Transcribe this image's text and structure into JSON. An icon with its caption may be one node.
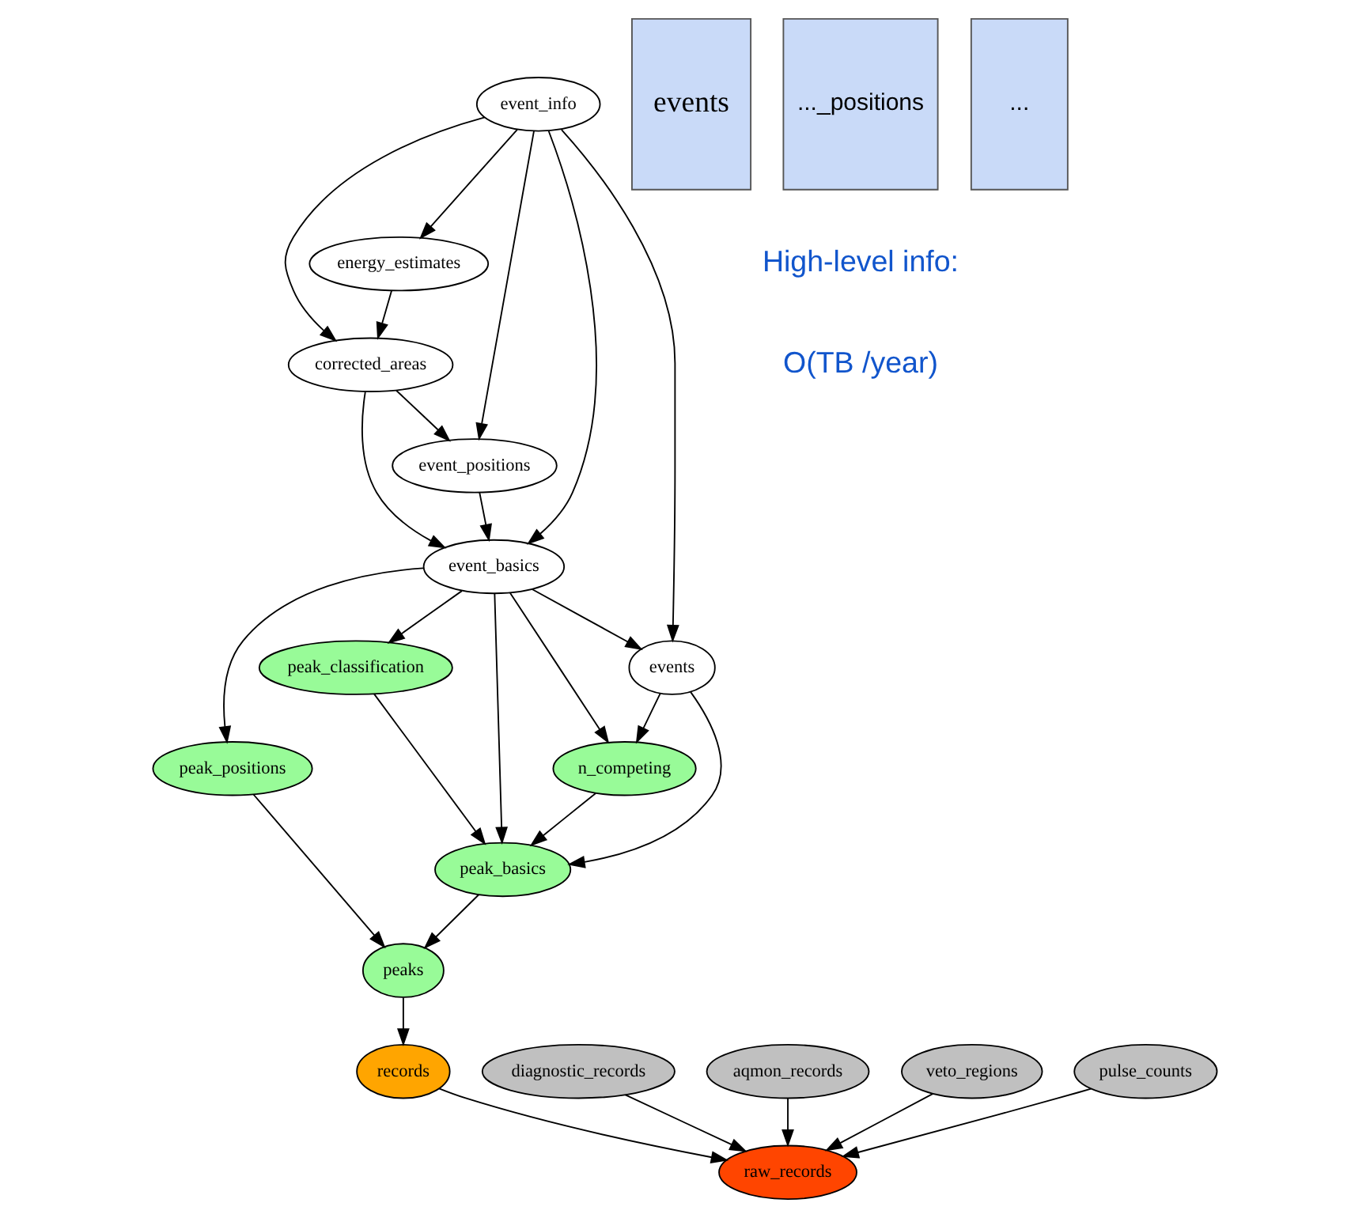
{
  "diagram": {
    "nodes": [
      {
        "text": [
          "event_info"
        ]
      },
      {
        "text": [
          "energy_estimates"
        ]
      },
      {
        "text": [
          "corrected_areas"
        ]
      },
      {
        "text": [
          "event_positions"
        ]
      },
      {
        "text": [
          "event_basics"
        ]
      },
      {
        "text": [
          "events"
        ]
      },
      {
        "text": [
          "peak_classification"
        ]
      },
      {
        "text": [
          "n_competing"
        ]
      },
      {
        "text": [
          "peak_positions"
        ]
      },
      {
        "text": [
          "peak_basics"
        ]
      },
      {
        "text": [
          "peaks"
        ]
      },
      {
        "text": [
          "records"
        ]
      },
      {
        "text": [
          "diagnostic_records"
        ]
      },
      {
        "text": [
          "aqmon_records"
        ]
      },
      {
        "text": [
          "veto_regions"
        ]
      },
      {
        "text": [
          "pulse_counts"
        ]
      },
      {
        "text": [
          "raw_records"
        ]
      },
      {
        "text": [
          "events"
        ]
      },
      {
        "text": [
          "..._positions"
        ]
      },
      {
        "text": [
          "..."
        ]
      }
    ],
    "edges": [
      {
        "from": 0,
        "to": 1,
        "arrow": "to"
      },
      {
        "from": 0,
        "to": 2,
        "arrow": "to"
      },
      {
        "from": 0,
        "to": 3,
        "arrow": "to"
      },
      {
        "from": 0,
        "to": 4,
        "arrow": "to"
      },
      {
        "from": 0,
        "to": 5,
        "arrow": "to"
      },
      {
        "from": 1,
        "to": 2,
        "arrow": "to"
      },
      {
        "from": 2,
        "to": 3,
        "arrow": "to"
      },
      {
        "from": 2,
        "to": 4,
        "arrow": "to"
      },
      {
        "from": 3,
        "to": 4,
        "arrow": "to"
      },
      {
        "from": 4,
        "to": 5,
        "arrow": "to"
      },
      {
        "from": 4,
        "to": 7,
        "arrow": "to"
      },
      {
        "from": 4,
        "to": 9,
        "arrow": "to"
      },
      {
        "from": 4,
        "to": 6,
        "arrow": "to"
      },
      {
        "from": 4,
        "to": 8,
        "arrow": "to"
      },
      {
        "from": 5,
        "to": 7,
        "arrow": "to"
      },
      {
        "from": 5,
        "to": 9,
        "arrow": "to"
      },
      {
        "from": 7,
        "to": 9,
        "arrow": "to"
      },
      {
        "from": 6,
        "to": 9,
        "arrow": "to"
      },
      {
        "from": 9,
        "to": 10,
        "arrow": "to"
      },
      {
        "from": 8,
        "to": 10,
        "arrow": "to"
      },
      {
        "from": 10,
        "to": 11,
        "arrow": "to"
      },
      {
        "from": 11,
        "to": 16,
        "arrow": "to"
      },
      {
        "from": 12,
        "to": 16,
        "arrow": "to"
      },
      {
        "from": 13,
        "to": 16,
        "arrow": "to"
      },
      {
        "from": 14,
        "to": 16,
        "arrow": "to"
      },
      {
        "from": 15,
        "to": 16,
        "arrow": "to"
      }
    ],
    "labels": [
      "High-level info:",
      "O(TB /year)"
    ]
  }
}
